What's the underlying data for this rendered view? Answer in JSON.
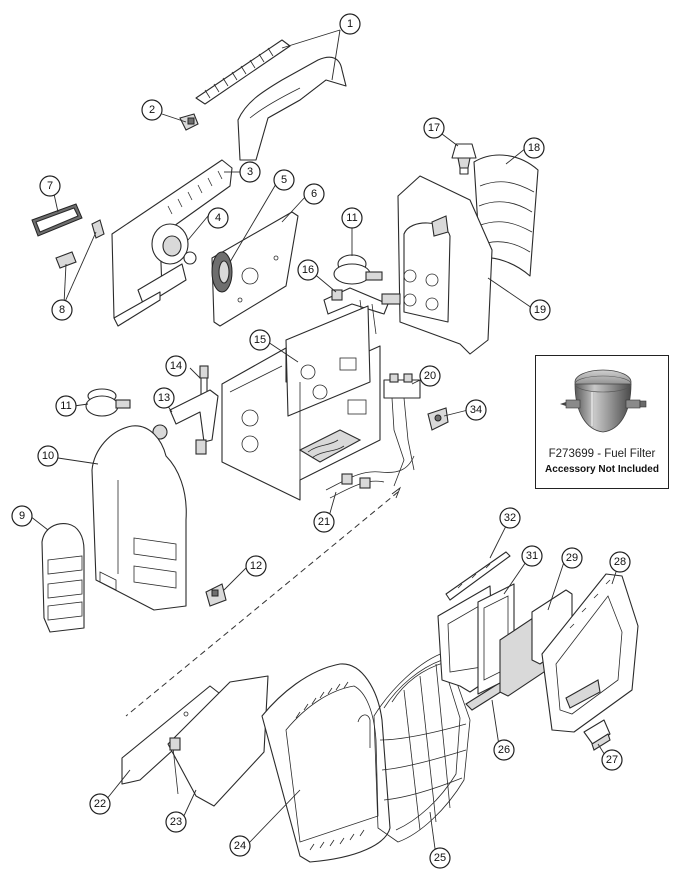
{
  "callouts": [
    "1",
    "2",
    "3",
    "4",
    "5",
    "6",
    "7",
    "8",
    "8",
    "9",
    "10",
    "11",
    "11",
    "12",
    "13",
    "14",
    "15",
    "16",
    "17",
    "18",
    "19",
    "20",
    "21",
    "22",
    "23",
    "24",
    "25",
    "26",
    "27",
    "28",
    "29",
    "31",
    "32",
    "34"
  ],
  "inset": {
    "line1": "F273699 - Fuel Filter",
    "line2": "Accessory Not Included"
  },
  "colors": {
    "line": "#2b2b2b",
    "part_fill": "#ffffff",
    "metal": "#a9a9a9"
  }
}
